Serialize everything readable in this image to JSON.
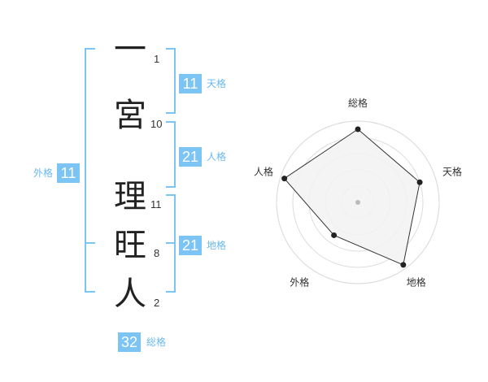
{
  "name": {
    "chars": [
      {
        "char": "一",
        "strokes": "1"
      },
      {
        "char": "宮",
        "strokes": "10"
      },
      {
        "char": "理",
        "strokes": "11"
      },
      {
        "char": "旺",
        "strokes": "8"
      },
      {
        "char": "人",
        "strokes": "2"
      }
    ]
  },
  "fortunes": {
    "tenkaku": {
      "label": "天格",
      "value": "11"
    },
    "jinkaku": {
      "label": "人格",
      "value": "21"
    },
    "chikaku": {
      "label": "地格",
      "value": "21"
    },
    "gaikaku": {
      "label": "外格",
      "value": "11"
    },
    "soukaku": {
      "label": "総格",
      "value": "32"
    }
  },
  "radar": {
    "axes": [
      "総格",
      "天格",
      "地格",
      "外格",
      "人格"
    ],
    "levels": 5,
    "values": [
      0.9,
      0.8,
      0.95,
      0.5,
      0.95
    ],
    "colors": {
      "fill": "#f2f2f2",
      "ring": "#dddddd",
      "line": "#333333",
      "dot": "#222222",
      "center": "#bbbbbb"
    }
  },
  "colors": {
    "accent": "#7cc4f4",
    "bracket": "#7cc4f4"
  }
}
